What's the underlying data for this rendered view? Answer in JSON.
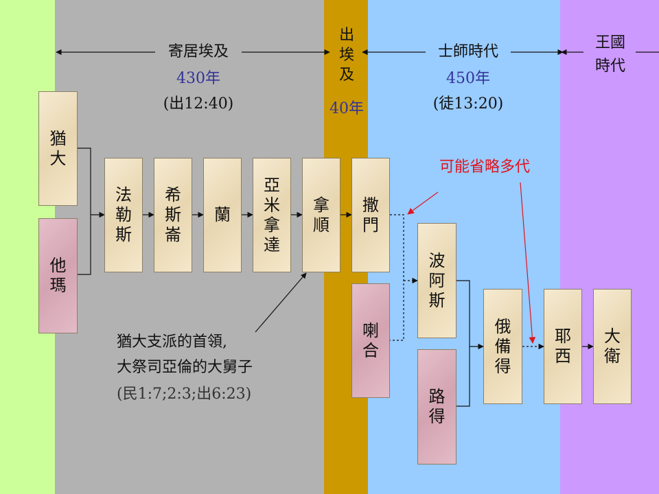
{
  "periods": {
    "egypt": {
      "title": "寄居埃及",
      "years": "430年",
      "ref": "(出12:40)"
    },
    "exodus": {
      "title": "出埃及",
      "years": "40年"
    },
    "judges": {
      "title": "士師時代",
      "years": "450年",
      "ref": "(徒13:20)"
    },
    "kingdom": {
      "title": "王國時代"
    }
  },
  "people": {
    "judah": "猶大",
    "tamar": "他瑪",
    "perez": "法勒斯",
    "hezron": "希斯崙",
    "ram": "蘭",
    "amminadab": "亞米拿達",
    "nahshon": "拿順",
    "salmon": "撒門",
    "rahab": "喇合",
    "boaz": "波阿斯",
    "ruth": "路得",
    "obed": "俄備得",
    "jesse": "耶西",
    "david": "大衛"
  },
  "annotations": {
    "generations_note": "可能省略多代",
    "nahshon_note_line1": "猶大支派的首領,",
    "nahshon_note_line2": "大祭司亞倫的大舅子",
    "nahshon_note_ref": "(民1:7;2:3;出6:23)"
  },
  "colors": {
    "egypt_band": "#b2b2b2",
    "exodus_band": "#cc9900",
    "judges_band": "#99ccff",
    "kingdom_band": "#cc99ff",
    "left_band": "#ccff99",
    "male_box": "#f1dfb8",
    "female_box": "#dcaab8",
    "note_red": "#e0141e",
    "years_blue": "#333399"
  }
}
